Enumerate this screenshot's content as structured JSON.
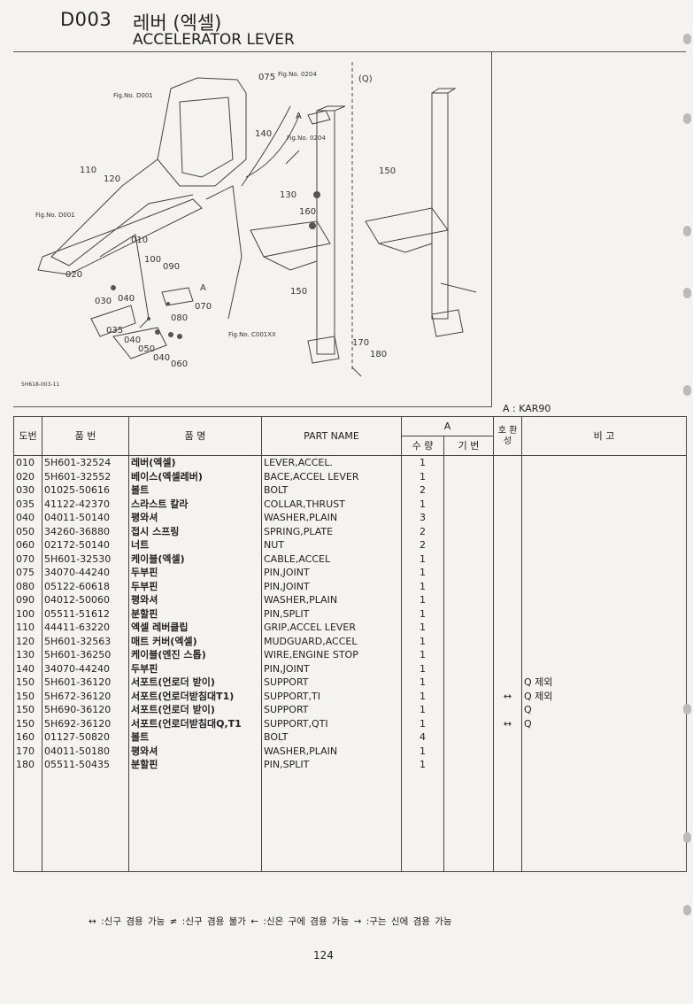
{
  "header": {
    "code": "D003",
    "title_kor": "레버 (엑셀)",
    "title_eng": "ACCELERATOR LEVER"
  },
  "illustration": {
    "ref_code": "5H618-003-11",
    "variant_label": "(Q)",
    "fig_refs": [
      "Fig.No. 0204",
      "Fig.No. D001",
      "Fig.No. 0204",
      "Fig.No. D001",
      "Fig.No. C001XX"
    ],
    "callouts": [
      "075",
      "140",
      "110",
      "120",
      "130",
      "160",
      "010",
      "020",
      "100",
      "090",
      "030",
      "040",
      "070",
      "080",
      "035",
      "040",
      "050",
      "040",
      "060",
      "150",
      "170",
      "180",
      "150",
      "A",
      "A"
    ]
  },
  "model_note": "A : KAR90",
  "table": {
    "headers": {
      "no": "도번",
      "part_no": "품 번",
      "name_kor": "품 명",
      "name_eng": "PART NAME",
      "group_a": "A",
      "qty": "수 량",
      "base": "기 번",
      "swap": "호 환 성",
      "remarks": "비 고"
    },
    "rows": [
      {
        "no": "010",
        "part": "5H601-32524",
        "kor": "레버(엑셀)",
        "eng": "LEVER,ACCEL.",
        "qty": "1",
        "swap": "",
        "remark": ""
      },
      {
        "no": "020",
        "part": "5H601-32552",
        "kor": "베이스(엑셀레버)",
        "eng": "BACE,ACCEL LEVER",
        "qty": "1",
        "swap": "",
        "remark": ""
      },
      {
        "no": "030",
        "part": "01025-50616",
        "kor": "볼트",
        "eng": "BOLT",
        "qty": "2",
        "swap": "",
        "remark": ""
      },
      {
        "no": "035",
        "part": "41122-42370",
        "kor": "스라스트 칼라",
        "eng": "COLLAR,THRUST",
        "qty": "1",
        "swap": "",
        "remark": ""
      },
      {
        "no": "040",
        "part": "04011-50140",
        "kor": "평와셔",
        "eng": "WASHER,PLAIN",
        "qty": "3",
        "swap": "",
        "remark": ""
      },
      {
        "no": "050",
        "part": "34260-36880",
        "kor": "접시 스프링",
        "eng": "SPRING,PLATE",
        "qty": "2",
        "swap": "",
        "remark": ""
      },
      {
        "no": "060",
        "part": "02172-50140",
        "kor": "너트",
        "eng": "NUT",
        "qty": "2",
        "swap": "",
        "remark": ""
      },
      {
        "no": "070",
        "part": "5H601-32530",
        "kor": "케이블(엑셀)",
        "eng": "CABLE,ACCEL",
        "qty": "1",
        "swap": "",
        "remark": ""
      },
      {
        "no": "075",
        "part": "34070-44240",
        "kor": "두부핀",
        "eng": "PIN,JOINT",
        "qty": "1",
        "swap": "",
        "remark": ""
      },
      {
        "no": "080",
        "part": "05122-60618",
        "kor": "두부핀",
        "eng": "PIN,JOINT",
        "qty": "1",
        "swap": "",
        "remark": ""
      },
      {
        "no": "090",
        "part": "04012-50060",
        "kor": "평와셔",
        "eng": "WASHER,PLAIN",
        "qty": "1",
        "swap": "",
        "remark": ""
      },
      {
        "no": "100",
        "part": "05511-51612",
        "kor": "분할핀",
        "eng": "PIN,SPLIT",
        "qty": "1",
        "swap": "",
        "remark": ""
      },
      {
        "no": "110",
        "part": "44411-63220",
        "kor": "엑셀 레버클립",
        "eng": "GRIP,ACCEL LEVER",
        "qty": "1",
        "swap": "",
        "remark": ""
      },
      {
        "no": "120",
        "part": "5H601-32563",
        "kor": "매트 커버(엑셀)",
        "eng": "MUDGUARD,ACCEL",
        "qty": "1",
        "swap": "",
        "remark": ""
      },
      {
        "no": "130",
        "part": "5H601-36250",
        "kor": "케이블(엔진 스톱)",
        "eng": "WIRE,ENGINE STOP",
        "qty": "1",
        "swap": "",
        "remark": ""
      },
      {
        "no": "140",
        "part": "34070-44240",
        "kor": "두부핀",
        "eng": "PIN,JOINT",
        "qty": "1",
        "swap": "",
        "remark": ""
      },
      {
        "no": "150",
        "part": "5H601-36120",
        "kor": "서포트(언로더 받이)",
        "eng": "SUPPORT",
        "qty": "1",
        "swap": "",
        "remark": "Q 제외"
      },
      {
        "no": "150",
        "part": "5H672-36120",
        "kor": "서포트(언로더받침대T1)",
        "eng": "SUPPORT,TI",
        "qty": "1",
        "swap": "↔",
        "remark": "Q 제외"
      },
      {
        "no": "150",
        "part": "5H690-36120",
        "kor": "서포트(언로더 받이)",
        "eng": "SUPPORT",
        "qty": "1",
        "swap": "",
        "remark": "Q"
      },
      {
        "no": "150",
        "part": "5H692-36120",
        "kor": "서포트(언로더받침대Q,T1",
        "eng": "SUPPORT,QTI",
        "qty": "1",
        "swap": "↔",
        "remark": "Q"
      },
      {
        "no": "160",
        "part": "01127-50820",
        "kor": "볼트",
        "eng": "BOLT",
        "qty": "4",
        "swap": "",
        "remark": ""
      },
      {
        "no": "170",
        "part": "04011-50180",
        "kor": "평와셔",
        "eng": "WASHER,PLAIN",
        "qty": "1",
        "swap": "",
        "remark": ""
      },
      {
        "no": "180",
        "part": "05511-50435",
        "kor": "분할핀",
        "eng": "PIN,SPLIT",
        "qty": "1",
        "swap": "",
        "remark": ""
      }
    ]
  },
  "legend": "↔ :신구 겸용 가능   ≠ :신구 겸용 불가   ← :신은 구에 겸용 가능   → :구는 신에 겸용 가능",
  "page_number": "124"
}
